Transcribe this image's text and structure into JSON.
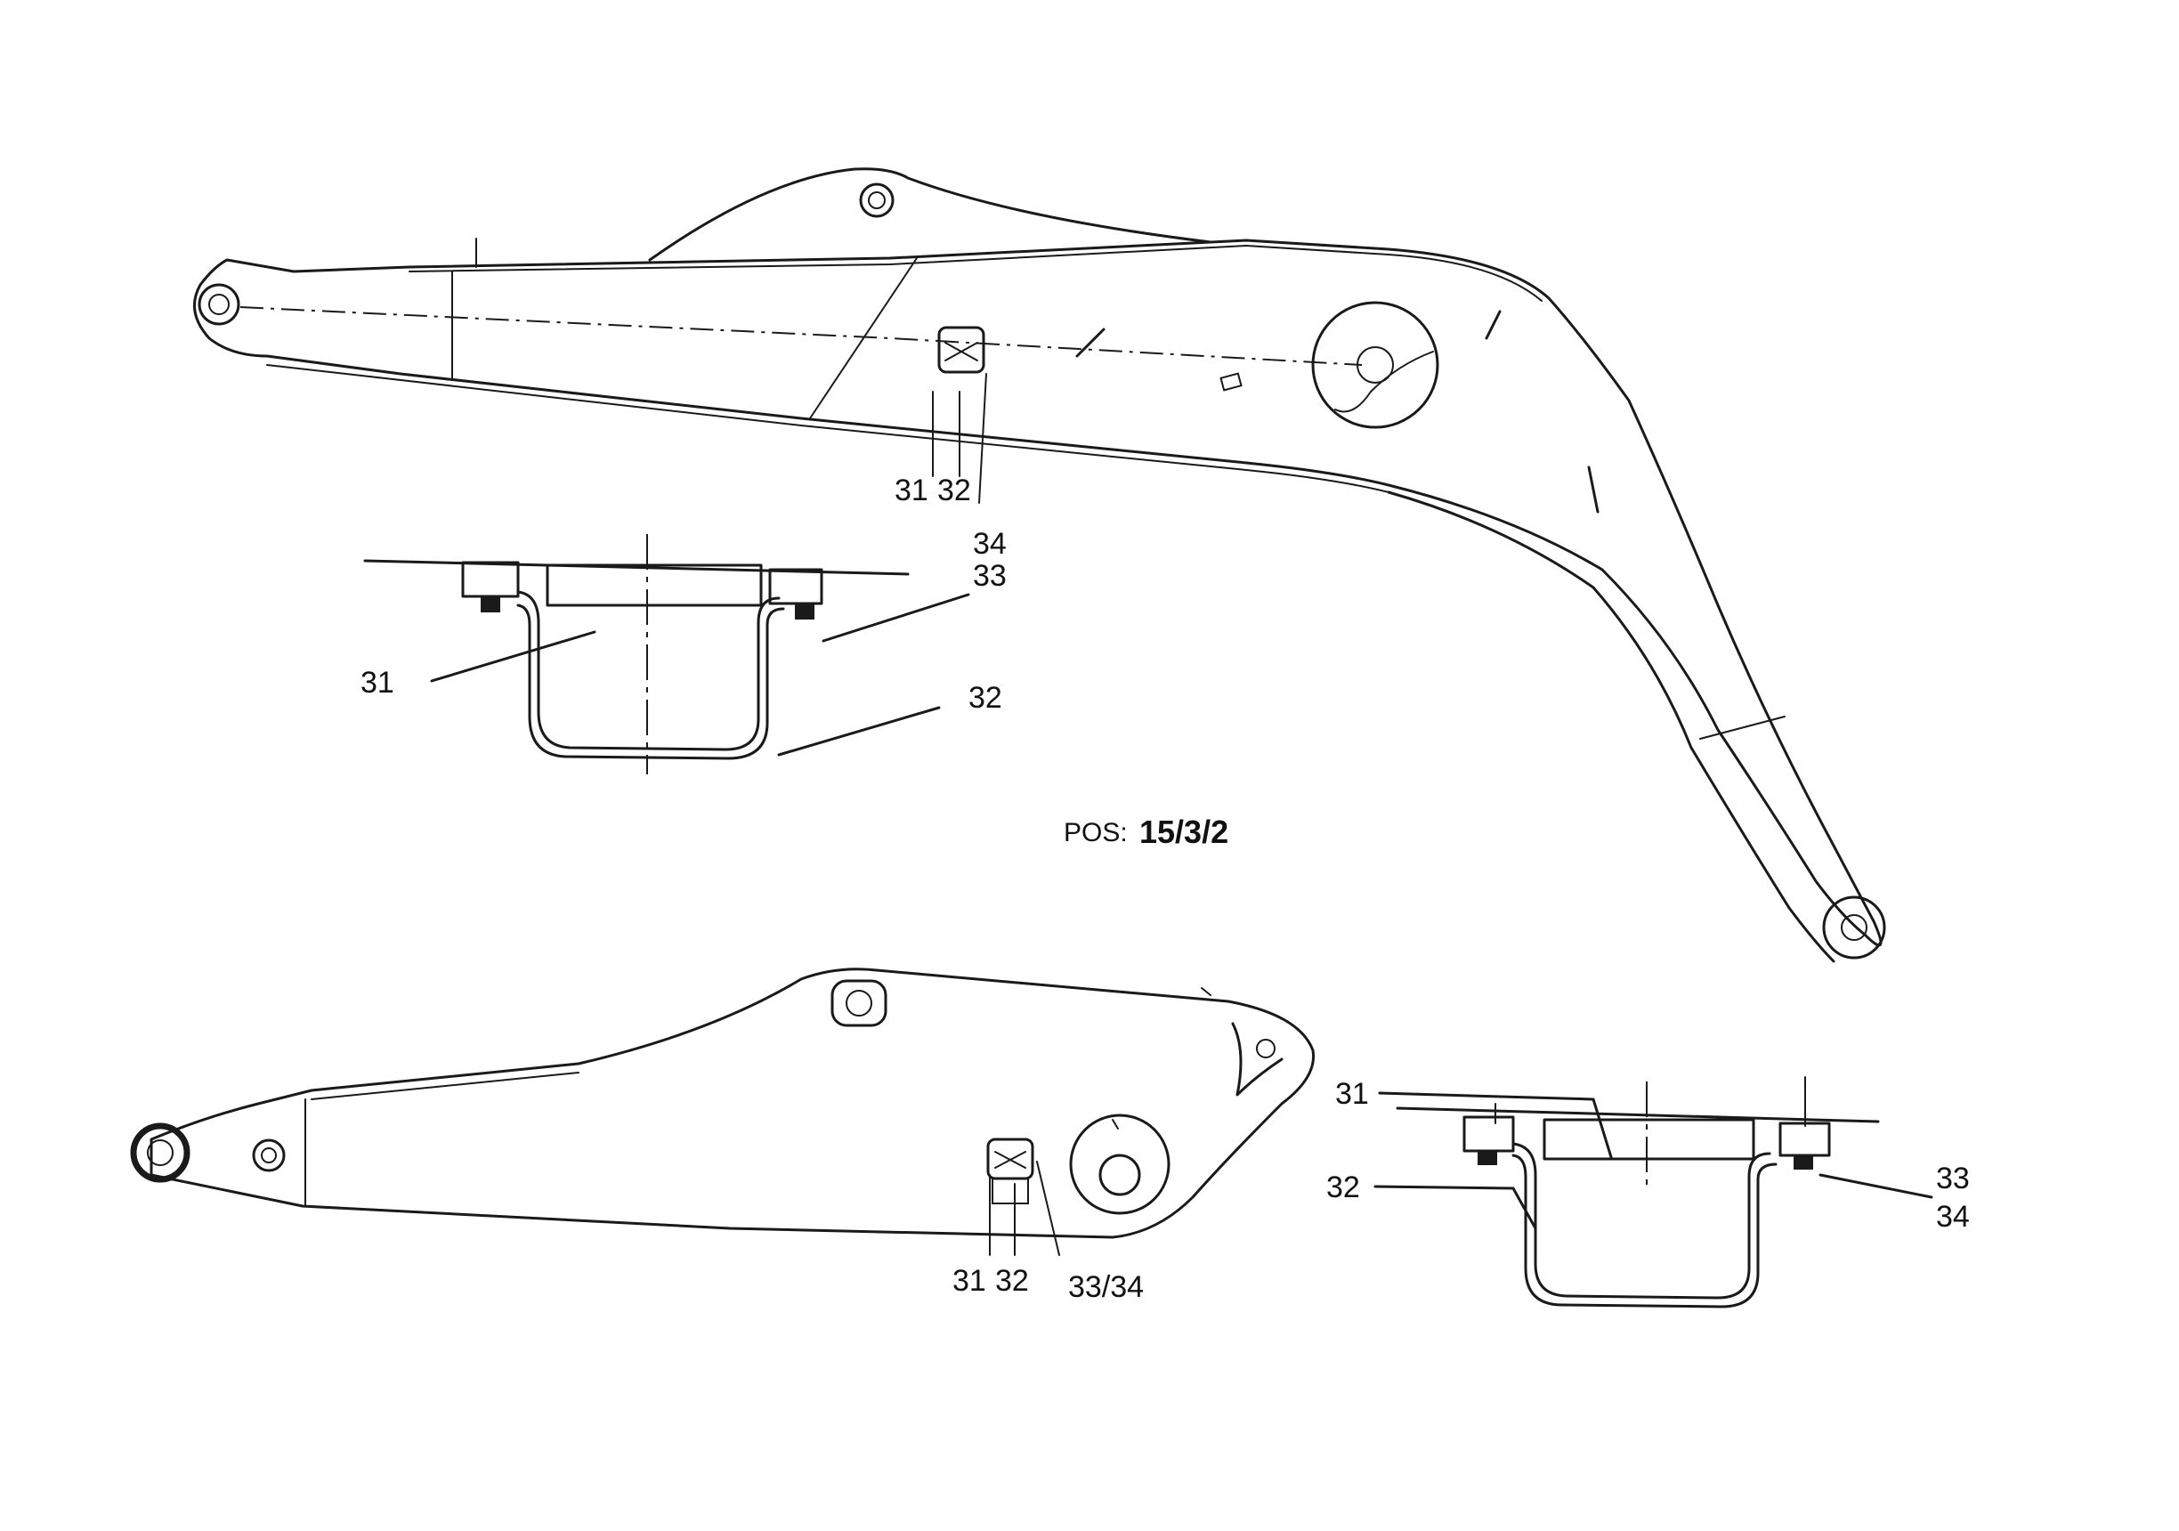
{
  "position_label": {
    "prefix": "POS:",
    "code": "15/3/2"
  },
  "upper_boom_callouts": {
    "c31": "31",
    "c32": "32",
    "c34": "34"
  },
  "upper_detail_callouts": {
    "c33": "33",
    "c31": "31",
    "c32": "32"
  },
  "lower_boom_callouts": {
    "c31": "31",
    "c32": "32",
    "c33_34": "33/34"
  },
  "lower_detail_callouts": {
    "c31": "31",
    "c32": "32",
    "c33": "33",
    "c34": "34"
  }
}
